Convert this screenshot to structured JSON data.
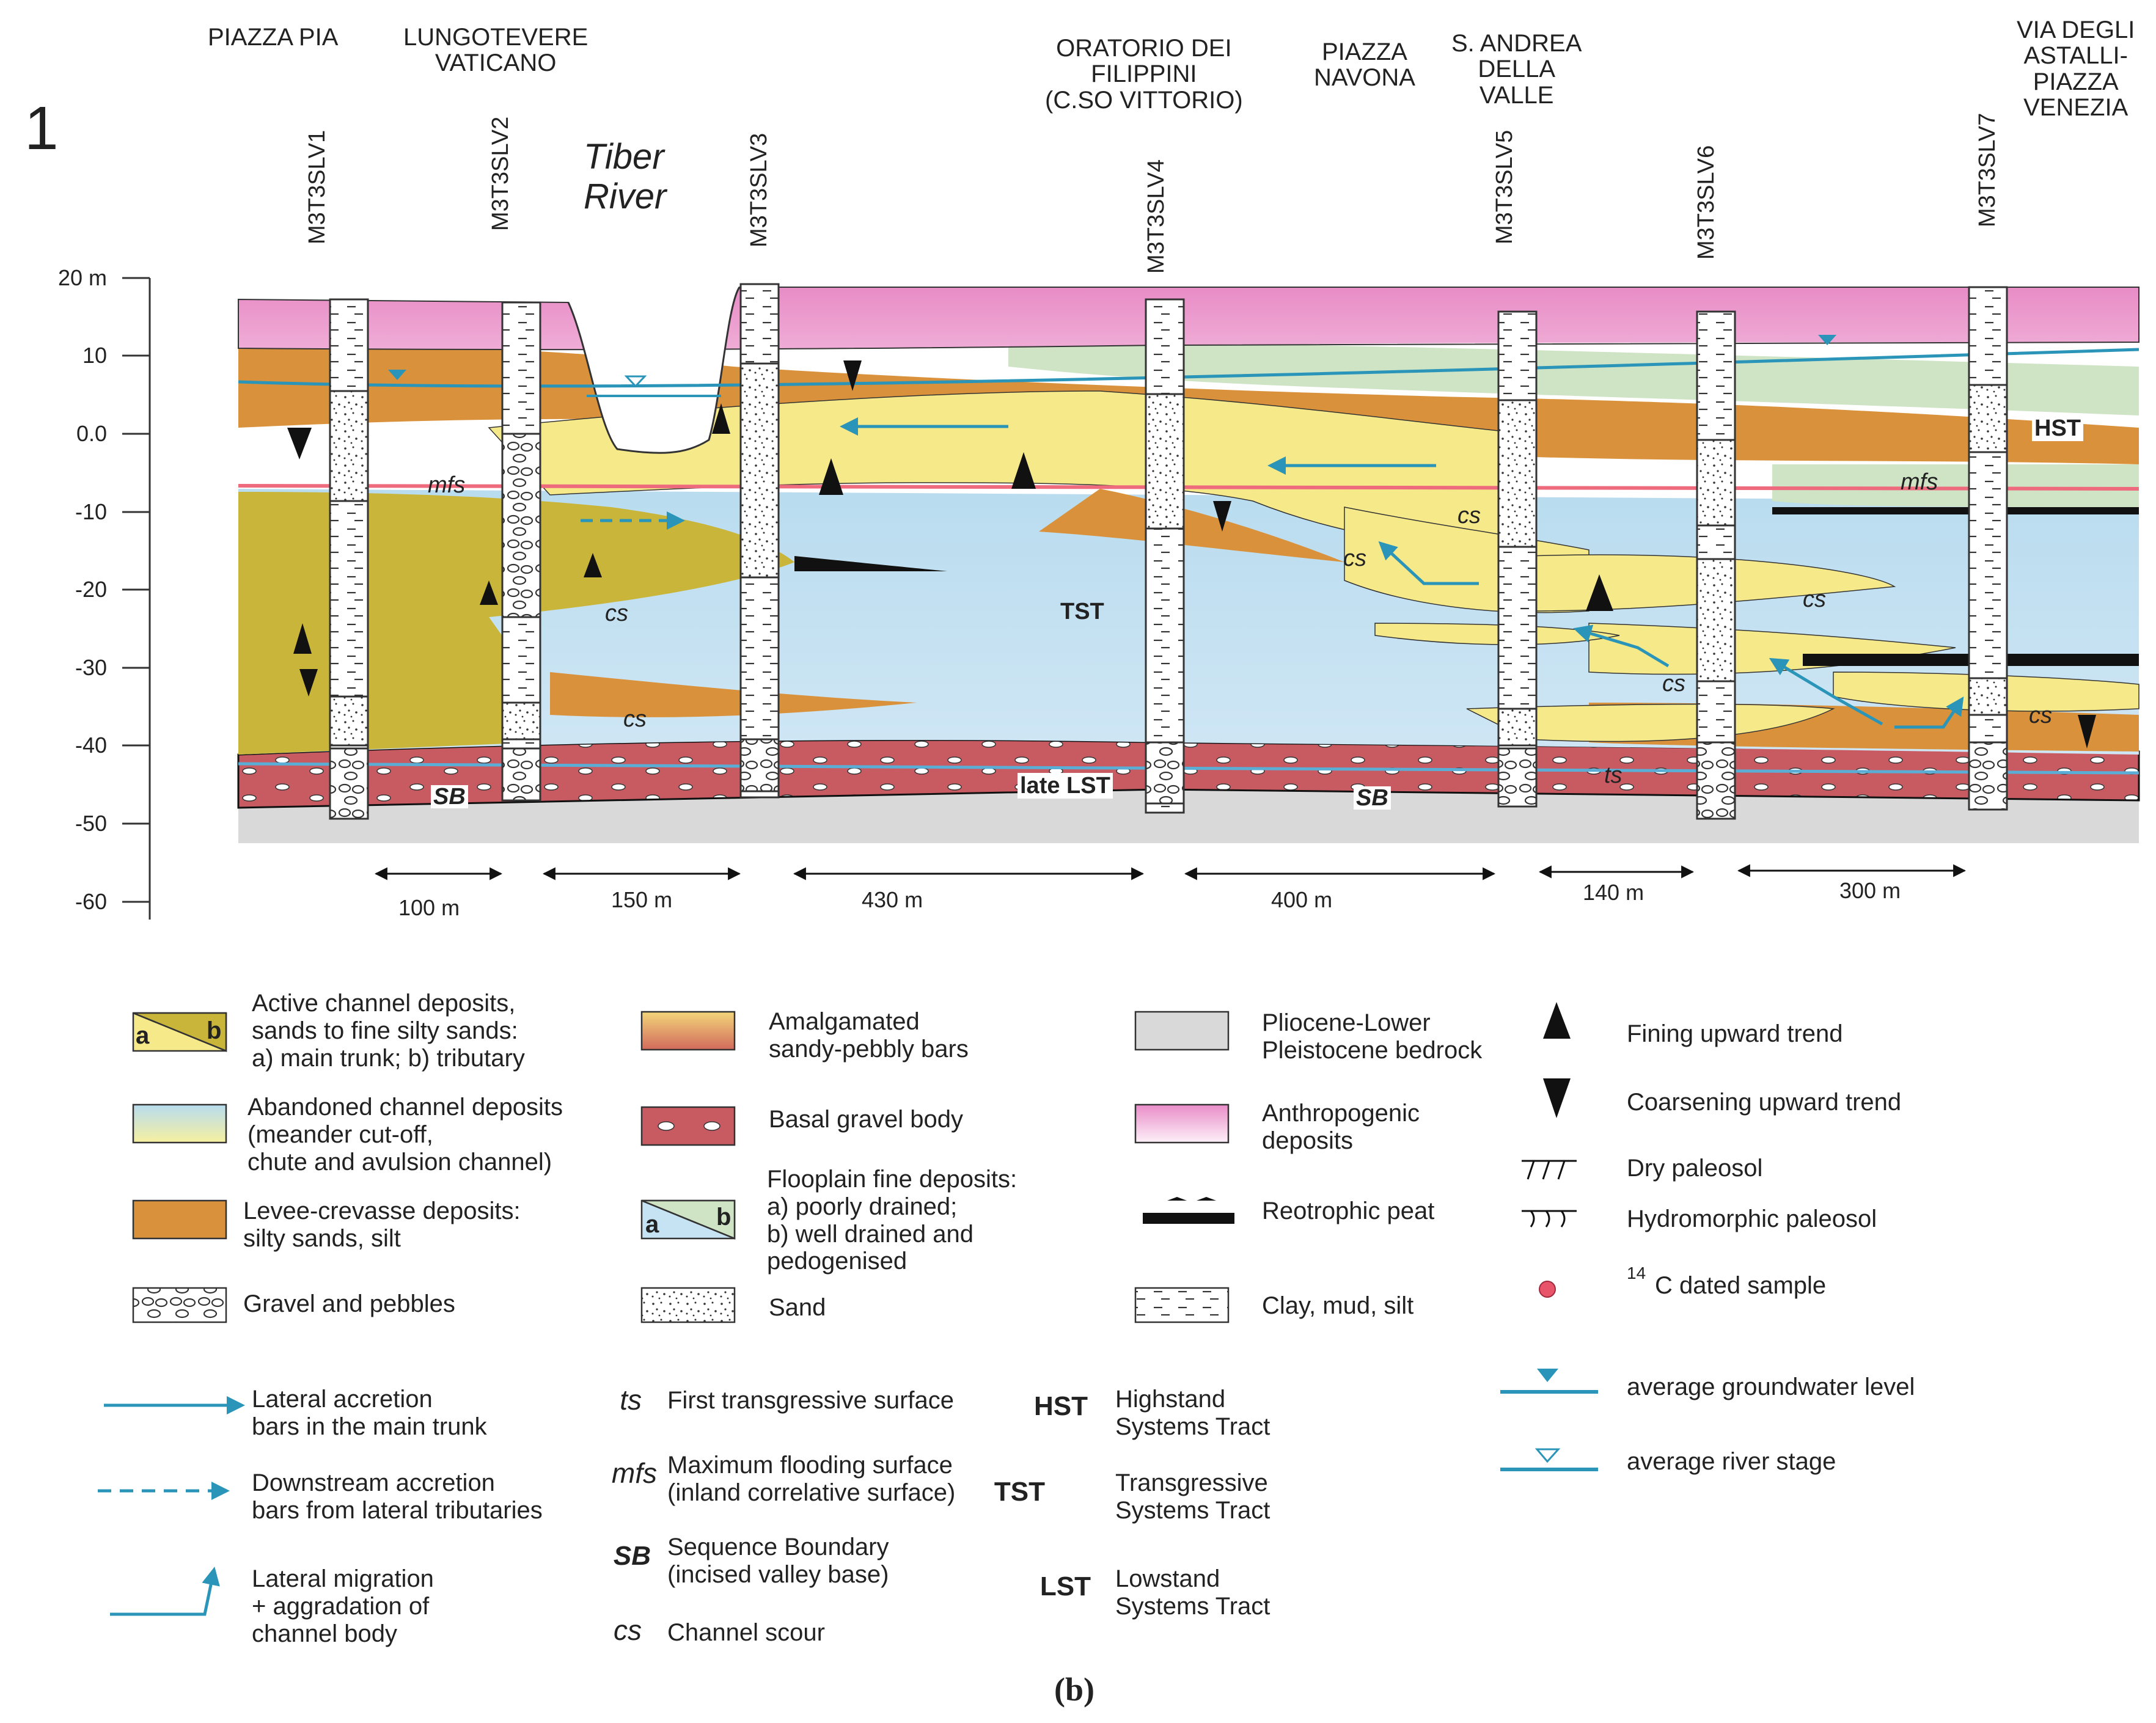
{
  "figure_number": "1",
  "panel_label": "(b)",
  "locations": [
    {
      "id": "piazza-pia",
      "text": "PIAZZA PIA"
    },
    {
      "id": "lungotevere",
      "text": "LUNGOTEVERE\nVATICANO"
    },
    {
      "id": "oratorio",
      "text": "ORATORIO DEI\nFILIPPINI\n(C.SO VITTORIO)"
    },
    {
      "id": "navona",
      "text": "PIAZZA\nNAVONA"
    },
    {
      "id": "andrea",
      "text": "S. ANDREA\nDELLA\nVALLE"
    },
    {
      "id": "astalli",
      "text": "VIA DEGLI\nASTALLI-\nPIAZZA\nVENEZIA"
    }
  ],
  "wells": [
    "M3T3SLV1",
    "M3T3SLV2",
    "M3T3SLV3",
    "M3T3SLV4",
    "M3T3SLV5",
    "M3T3SLV6",
    "M3T3SLV7"
  ],
  "river_label": "Tiber\nRiver",
  "axis": {
    "ticks": [
      "20 m",
      "10",
      "0.0",
      "-10",
      "-20",
      "-30",
      "-40",
      "-50",
      "-60"
    ]
  },
  "distances": [
    "100 m",
    "150 m",
    "430 m",
    "400 m",
    "140 m",
    "300 m"
  ],
  "section_labels": {
    "mfs_left": "mfs",
    "mfs_right": "mfs",
    "hst": "HST",
    "tst": "TST",
    "late_lst": "late LST",
    "sb_left": "SB",
    "sb_right": "SB",
    "ts": "ts",
    "cs": [
      "cs",
      "cs",
      "cs",
      "cs",
      "cs",
      "cs",
      "cs"
    ]
  },
  "legend": {
    "active_channel": "Active channel deposits,\nsands to fine silty sands:\na) main trunk; b) tributary",
    "abandoned": "Abandoned channel deposits\n(meander cut-off,\nchute and avulsion channel)",
    "levee": "Levee-crevasse deposits:\nsilty sands, silt",
    "gravel_pebbles": "Gravel and pebbles",
    "amalgamated": "Amalgamated\nsandy-pebbly bars",
    "basal_gravel": "Basal gravel body",
    "floodplain": "Flooplain fine deposits:\na) poorly drained;\nb) well drained and\npedogenised",
    "sand": "Sand",
    "bedrock": "Pliocene-Lower\nPleistocene bedrock",
    "anthropogenic": "Anthropogenic\ndeposits",
    "peat": "Reotrophic peat",
    "clay": "Clay, mud, silt",
    "fining": "Fining upward trend",
    "coarsening": "Coarsening upward trend",
    "dry_paleosol": "Dry paleosol",
    "hydro_paleosol": "Hydromorphic paleosol",
    "c14_sup": "14",
    "c14": "C dated sample",
    "groundwater": "average groundwater level",
    "river_stage": "average river stage",
    "swatch_a": "a",
    "swatch_b": "b",
    "lateral_accretion": "Lateral accretion\nbars in the main trunk",
    "downstream": "Downstream accretion\nbars from lateral tributaries",
    "migration": "Lateral migration\n+ aggradation of\nchannel body",
    "ts_abbr": "ts",
    "ts_text": "First transgressive surface",
    "mfs_abbr": "mfs",
    "mfs_text": "Maximum flooding surface\n(inland correlative surface)",
    "sb_abbr": "SB",
    "sb_text": "Sequence Boundary\n(incised valley base)",
    "cs_abbr": "cs",
    "cs_text": "Channel scour",
    "hst_abbr": "HST",
    "hst_text": "Highstand\nSystems Tract",
    "tst_abbr": "TST",
    "tst_text": "Transgressive\nSystems Tract",
    "lst_abbr": "LST",
    "lst_text": "Lowstand\nSystems Tract"
  },
  "colors": {
    "anthropogenic": "#f4a6d7",
    "levee": "#d9923b",
    "active": "#f5e98a",
    "active_b": "#c9b53a",
    "abandoned": "#c6e3f3",
    "floodplain_b": "#cfe3c5",
    "gravel": "#c65a60",
    "bedrock": "#d9d9d9",
    "water": "#2a95b8",
    "mfs": "#ee6b7e",
    "peat": "#111111"
  }
}
